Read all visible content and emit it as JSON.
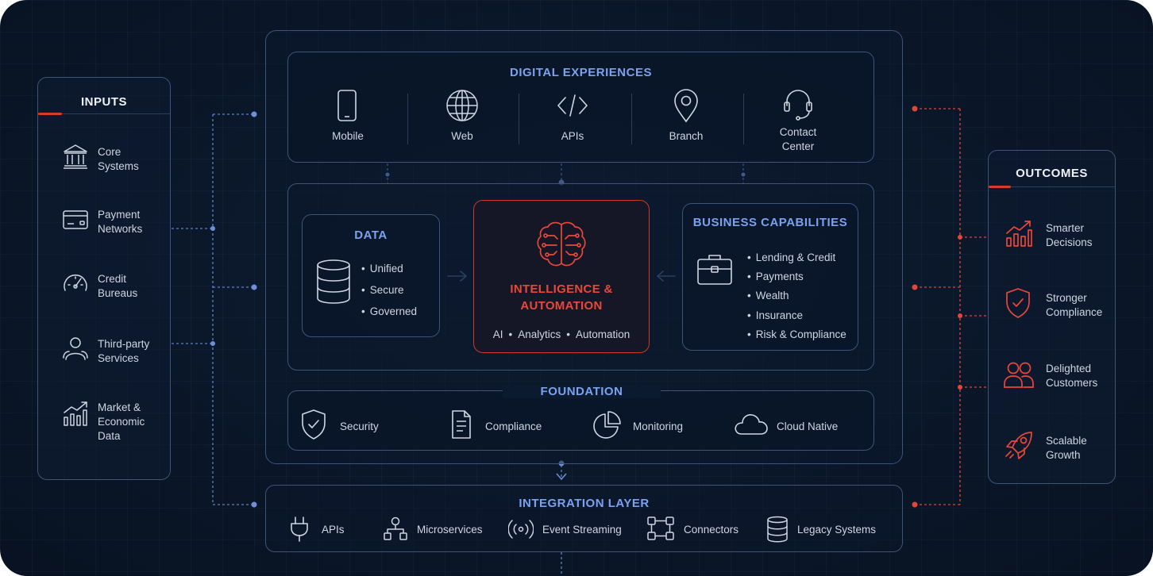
{
  "inputs": {
    "title": "INPUTS",
    "items": [
      {
        "label": "Core Systems",
        "line1": "Core",
        "line2": "Systems",
        "icon": "bank-icon"
      },
      {
        "label": "Payment Networks",
        "line1": "Payment",
        "line2": "Networks",
        "icon": "credit-card-icon"
      },
      {
        "label": "Credit Bureaus",
        "line1": "Credit",
        "line2": "Bureaus",
        "icon": "gauge-icon"
      },
      {
        "label": "Third-party Services",
        "line1": "Third-party",
        "line2": "Services",
        "icon": "users-icon"
      },
      {
        "label": "Market & Economic Data",
        "line1": "Market &",
        "line2": "Economic",
        "line3": "Data",
        "icon": "trend-chart-icon"
      }
    ]
  },
  "digital_experiences": {
    "title": "DIGITAL EXPERIENCES",
    "items": [
      {
        "label": "Mobile",
        "icon": "mobile-icon"
      },
      {
        "label": "Web",
        "icon": "globe-icon"
      },
      {
        "label": "APIs",
        "icon": "code-icon"
      },
      {
        "label": "Branch",
        "icon": "location-pin-icon"
      },
      {
        "label": "Contact Center",
        "line1": "Contact",
        "line2": "Center",
        "icon": "headset-icon"
      }
    ]
  },
  "data_box": {
    "title": "DATA",
    "icon": "database-icon",
    "items": [
      "Unified",
      "Secure",
      "Governed"
    ]
  },
  "intelligence": {
    "title_line1": "INTELLIGENCE &",
    "title_line2": "AUTOMATION",
    "icon": "brain-circuit-icon",
    "items": [
      "AI",
      "Analytics",
      "Automation"
    ]
  },
  "business_capabilities": {
    "title": "BUSINESS CAPABILITIES",
    "icon": "briefcase-icon",
    "items": [
      "Lending & Credit",
      "Payments",
      "Wealth",
      "Insurance",
      "Risk & Compliance"
    ]
  },
  "foundation": {
    "title": "FOUNDATION",
    "items": [
      {
        "label": "Security",
        "icon": "shield-check-icon"
      },
      {
        "label": "Compliance",
        "icon": "document-icon"
      },
      {
        "label": "Monitoring",
        "icon": "pie-chart-icon"
      },
      {
        "label": "Cloud Native",
        "icon": "cloud-icon"
      }
    ]
  },
  "integration": {
    "title": "INTEGRATION LAYER",
    "items": [
      {
        "label": "APIs",
        "icon": "plug-icon"
      },
      {
        "label": "Microservices",
        "icon": "network-nodes-icon"
      },
      {
        "label": "Event Streaming",
        "icon": "broadcast-icon"
      },
      {
        "label": "Connectors",
        "icon": "connectors-icon"
      },
      {
        "label": "Legacy Systems",
        "icon": "database-icon"
      }
    ]
  },
  "outcomes": {
    "title": "OUTCOMES",
    "items": [
      {
        "label": "Smarter Decisions",
        "line1": "Smarter",
        "line2": "Decisions",
        "icon": "growth-chart-icon"
      },
      {
        "label": "Stronger Compliance",
        "line1": "Stronger",
        "line2": "Compliance",
        "icon": "shield-check-icon"
      },
      {
        "label": "Delighted Customers",
        "line1": "Delighted",
        "line2": "Customers",
        "icon": "customers-icon"
      },
      {
        "label": "Scalable Growth",
        "line1": "Scalable",
        "line2": "Growth",
        "icon": "rocket-icon"
      }
    ]
  },
  "colors": {
    "background": "#0a1628",
    "panel_border": "#3e5378",
    "accent_red": "#e8483a",
    "accent_blue": "#7aa2ef",
    "text": "#cfd6e2"
  }
}
